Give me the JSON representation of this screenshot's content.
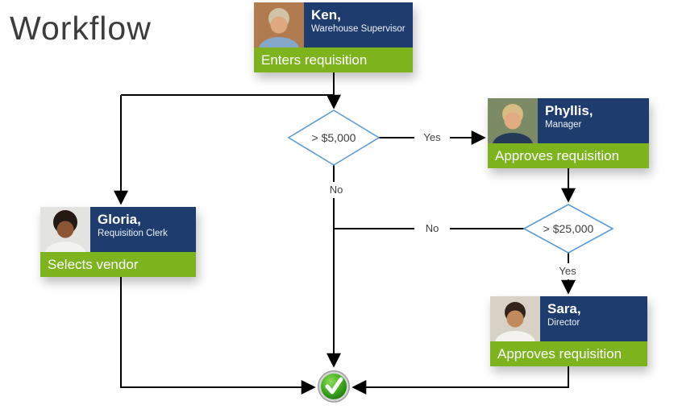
{
  "title": "Workflow",
  "colors": {
    "navy": "#1e3c6e",
    "green": "#7db41e",
    "diamond-border": "#5b9bd5",
    "line": "#000000",
    "label-text": "#3f3f3f",
    "check-green": "#3fae1e"
  },
  "nodes": {
    "ken": {
      "name": "Ken,",
      "role": "Warehouse Supervisor",
      "action": "Enters requisition",
      "photo": {
        "bg": "#b07c4f",
        "hair": "#cfc4a6",
        "skin": "#e0a87e",
        "shirt": "#86a8c8"
      }
    },
    "phyllis": {
      "name": "Phyllis,",
      "role": "Manager",
      "action": "Approves requisition",
      "photo": {
        "bg": "#7d8a66",
        "hair": "#d6bb82",
        "skin": "#e2ac82",
        "shirt": "#253a56"
      }
    },
    "gloria": {
      "name": "Gloria,",
      "role": "Requisition Clerk",
      "action": "Selects vendor",
      "photo": {
        "bg": "#e3e4e0",
        "hair": "#241a14",
        "skin": "#8a5634",
        "shirt": "#f2f2f0"
      }
    },
    "sara": {
      "name": "Sara,",
      "role": "Director",
      "action": "Approves requisition",
      "photo": {
        "bg": "#d8d2c6",
        "hair": "#32241c",
        "skin": "#c08a5e",
        "shirt": "#f4f2ee"
      }
    }
  },
  "decisions": {
    "d1": {
      "label": "> $5,000",
      "yes": "Yes",
      "no": "No"
    },
    "d2": {
      "label": "> $25,000",
      "yes": "Yes",
      "no": "No"
    }
  },
  "end": {
    "icon": "checkmark-icon"
  }
}
